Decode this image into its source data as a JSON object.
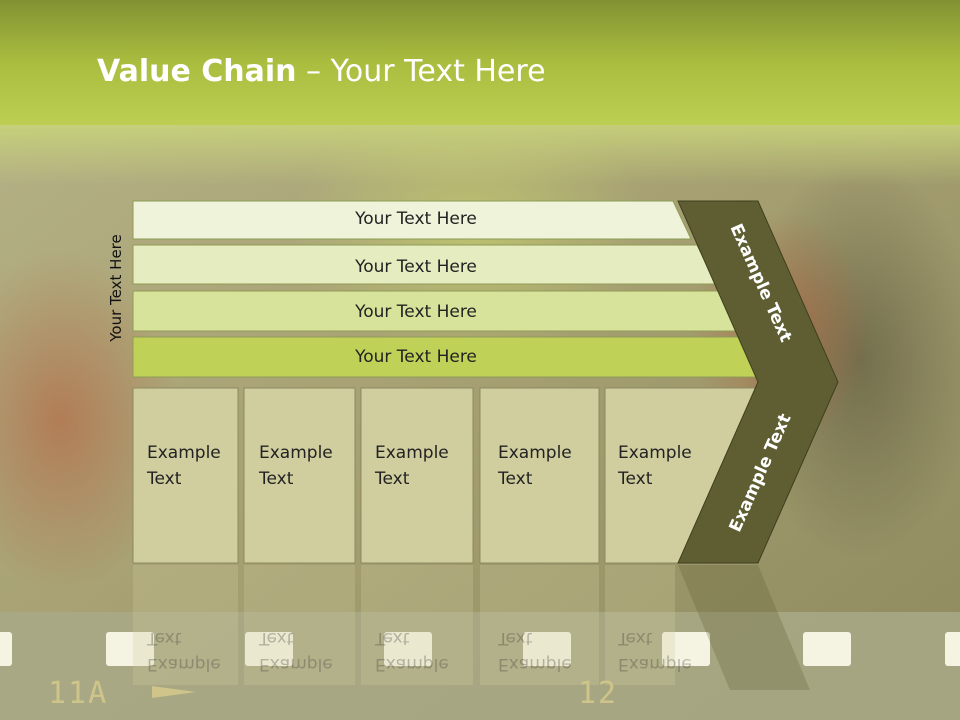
{
  "title": {
    "bold": "Value Chain",
    "rest": " – Your Text Here"
  },
  "side_label": "Your Text Here",
  "bars": [
    {
      "label": "Your Text Here"
    },
    {
      "label": "Your Text Here"
    },
    {
      "label": "Your Text Here"
    },
    {
      "label": "Your Text Here"
    }
  ],
  "columns": [
    {
      "line1": "Example",
      "line2": "Text"
    },
    {
      "line1": "Example",
      "line2": "Text"
    },
    {
      "line1": "Example",
      "line2": "Text"
    },
    {
      "line1": "Example",
      "line2": "Text"
    },
    {
      "line1": "Example",
      "line2": "Text"
    }
  ],
  "chevron": {
    "upper": "Example Text",
    "lower": "Example Text"
  },
  "filmstrip": {
    "left": "11A",
    "right": "12"
  },
  "colors": {
    "header_green": "#b7c94a",
    "bar1": "#eef3da",
    "bar2": "#e4ecc0",
    "bar3": "#d7e39b",
    "bar4": "#bfd257",
    "column_fill": "#d0ce9f",
    "chevron": "#5e5e32"
  }
}
